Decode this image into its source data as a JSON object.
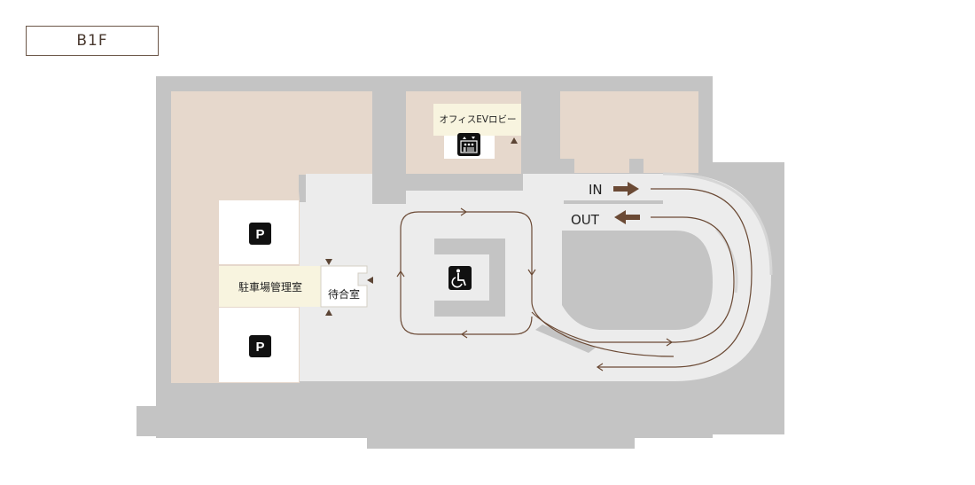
{
  "floor": {
    "label": "B1F"
  },
  "rooms": {
    "office_ev_lobby": "オフィスEVロビー",
    "parking_office": "駐車場管理室",
    "waiting_room": "待合室"
  },
  "ramp": {
    "in_label": "IN",
    "out_label": "OUT"
  },
  "icons": {
    "parking_upper": "P",
    "parking_lower": "P",
    "elevator": "elevator-icon",
    "wheelchair": "wheelchair-icon"
  },
  "colors": {
    "outer_structure": "#c4c4c4",
    "floor_area": "#ececec",
    "tenant_area": "#e6d8cc",
    "room_highlight": "#f8f4df",
    "arrow": "#6b4a35",
    "icon_bg": "#111111"
  }
}
